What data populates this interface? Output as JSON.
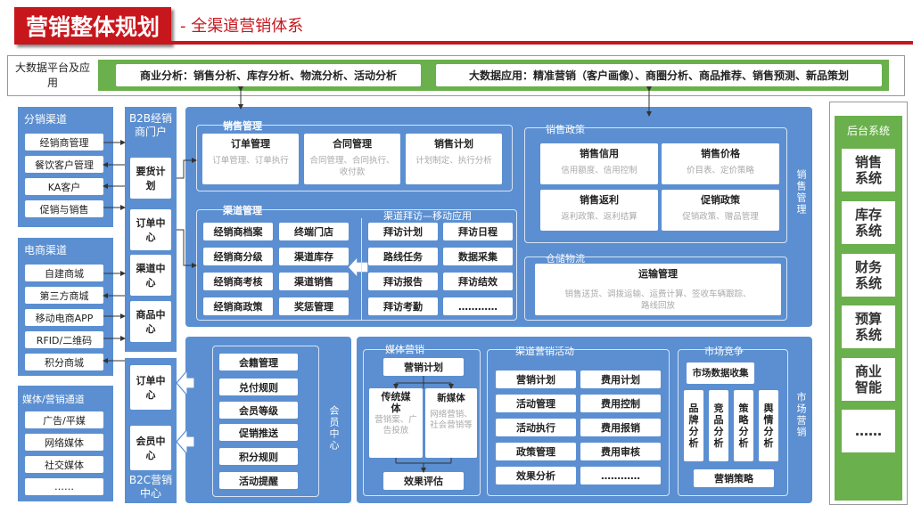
{
  "header": {
    "title": "营销整体规划",
    "subtitle": "- 全渠道营销体系"
  },
  "bigdata": {
    "label": "大数据平台及应用",
    "box1": "商业分析：销售分析、库存分析、物流分析、活动分析",
    "box2": "大数据应用：精准营销（客户画像）、商圈分析、商品推荐、销售预测、新品策划"
  },
  "fenxiao": {
    "title": "分销渠道",
    "items": [
      "经销商管理",
      "餐饮客户管理",
      "KA客户",
      "促销与销售"
    ]
  },
  "dianshang": {
    "title": "电商渠道",
    "items": [
      "自建商城",
      "第三方商城",
      "移动电商APP",
      "RFID/二维码",
      "积分商城"
    ]
  },
  "meiti_ch": {
    "title": "媒体/营销通道",
    "items": [
      "广告/平媒",
      "网络媒体",
      "社交媒体",
      "……"
    ]
  },
  "b2b": {
    "title": "B2B经销商门户",
    "items": [
      "要货计划",
      "订单中心",
      "渠道中心",
      "商品中心"
    ]
  },
  "b2c": {
    "title": "B2C营销中心",
    "items": [
      "订单中心",
      "会员中心"
    ]
  },
  "xiaoshou": {
    "title": "销售管理",
    "vlabel": "销售管理",
    "cards": [
      {
        "t": "订单管理",
        "d": "订单管理、订单执行"
      },
      {
        "t": "合同管理",
        "d": "合同管理、合同执行、收付款"
      },
      {
        "t": "销售计划",
        "d": "计划制定、执行分析"
      }
    ]
  },
  "qudao": {
    "title": "渠道管理",
    "items": [
      "经销商档案",
      "终端门店",
      "经销商分级",
      "渠道库存",
      "经销商考核",
      "渠道销售",
      "经销商政策",
      "奖惩管理"
    ],
    "visit_title": "渠道拜访—移动应用",
    "visit_items": [
      "拜访计划",
      "拜访日程",
      "路线任务",
      "数据采集",
      "拜访报告",
      "拜访结效",
      "拜访考勤",
      "…………"
    ]
  },
  "zhengce": {
    "title": "销售政策",
    "cards": [
      {
        "t": "销售信用",
        "d": "信用额度、信用控制"
      },
      {
        "t": "销售价格",
        "d": "价目表、定价策略"
      },
      {
        "t": "销售返利",
        "d": "返利政策、返利结算"
      },
      {
        "t": "促销政策",
        "d": "促销政策、赠品管理"
      }
    ]
  },
  "cangchu": {
    "title": "仓储物流",
    "card": {
      "t": "运输管理",
      "d": "销售送货、调拨运输、运费计算、签收车辆跟踪、路线回放"
    }
  },
  "huiyuan": {
    "vlabel": "会员中心",
    "items": [
      "会籍管理",
      "兑付规则",
      "会员等级",
      "促销推送",
      "积分规则",
      "活动提醒"
    ]
  },
  "meiti_yx": {
    "title": "媒体营销",
    "plan": "营销计划",
    "trad": {
      "t": "传统媒体",
      "d": "营销案、广告投放"
    },
    "newm": {
      "t": "新媒体",
      "d": "网络营销、社会营销等"
    },
    "eval": "效果评估"
  },
  "huodong": {
    "title": "渠道营销活动",
    "items": [
      "营销计划",
      "费用计划",
      "活动管理",
      "费用控制",
      "活动执行",
      "费用报销",
      "政策管理",
      "费用审核",
      "效果分析",
      "…………"
    ]
  },
  "jingzheng": {
    "title": "市场竞争",
    "collect": "市场数据收集",
    "items": [
      "品牌分析",
      "竞品分析",
      "策略分析",
      "舆情分析"
    ],
    "strategy": "营销策略",
    "vlabel": "市场营销"
  },
  "backend": {
    "title": "后台系统",
    "items": [
      "销售系统",
      "库存系统",
      "财务系统",
      "预算系统",
      "商业智能",
      "……"
    ]
  },
  "colors": {
    "red": "#c8161d",
    "blue": "#5b8fd1",
    "green": "#6ab04c"
  }
}
